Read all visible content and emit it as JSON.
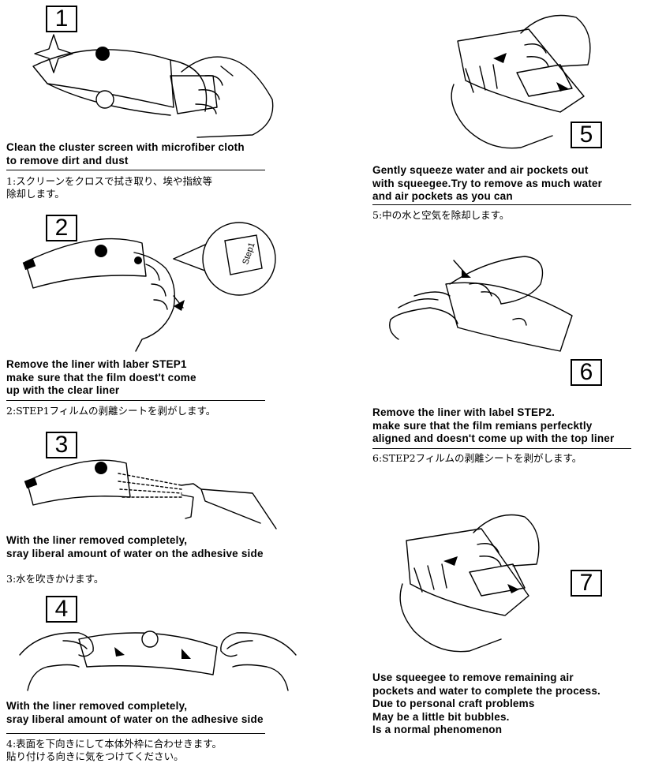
{
  "steps": [
    {
      "number": "1",
      "en": "Clean the cluster screen with microfiber cloth\nto remove dirt and dust",
      "jp": "1:スクリーンをクロスで拭き取り、埃や指紋等\n除却します。"
    },
    {
      "number": "2",
      "en": "Remove the liner with laber STEP1\nmake sure that the film doest't come\nup with the clear liner",
      "jp": "2:STEP1フィルムの剥離シートを剥がします。",
      "tag": "Step1"
    },
    {
      "number": "3",
      "en": "With the liner removed completely,\nsray liberal amount of water on the adhesive side",
      "jp": "3:水を吹きかけます。"
    },
    {
      "number": "4",
      "en": "With the liner removed completely,\nsray liberal amount of water on the adhesive side",
      "jp": "4:表面を下向きにして本体外枠に合わせきます。\n貼り付ける向きに気をつけてください。"
    },
    {
      "number": "5",
      "en": "Gently squeeze water and air pockets out\nwith squeegee.Try to remove as much water\nand air pockets as you can",
      "jp": "5:中の水と空気を除却します。"
    },
    {
      "number": "6",
      "en": "Remove the liner with label STEP2.\nmake sure that the film remians perfecktly\naligned and doesn't come up with the top liner",
      "jp": "6:STEP2フィルムの剥離シートを剥がします。"
    },
    {
      "number": "7",
      "en": "Use squeegee to remove remaining air\npockets and water to complete the process.\nDue to personal craft problems\nMay be a little bit bubbles.\nIs a normal phenomenon"
    }
  ]
}
